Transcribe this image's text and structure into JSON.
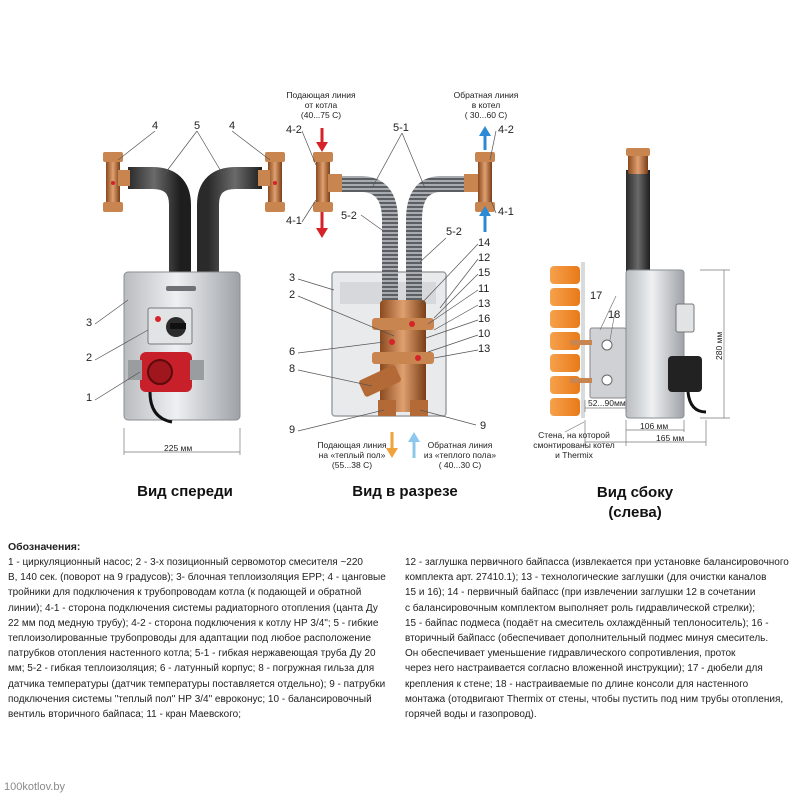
{
  "front_view": {
    "title": "Вид спереди",
    "labels": {
      "l4a": "4",
      "l5": "5",
      "l4b": "4",
      "l3": "3",
      "l2": "2",
      "l1": "1"
    },
    "dimension": "225 мм"
  },
  "section_view": {
    "title": "Вид в разрезе",
    "supply_boiler": [
      "Подающая линия",
      "от котла",
      "(40...75 С)"
    ],
    "return_boiler": [
      "Обратная линия",
      "в котел",
      "( 30...60 С)"
    ],
    "supply_floor": [
      "Подающая линия",
      "на «теплый пол»",
      "(55...38 С)"
    ],
    "return_floor": [
      "Обратная линия",
      "из «теплого пола»",
      "( 40...30 С)"
    ],
    "labels": {
      "l4_2_left": "4-2",
      "l4_1_left": "4-1",
      "l5_1": "5-1",
      "l5_2_left": "5-2",
      "l4_2_right": "4-2",
      "l4_1_right": "4-1",
      "l5_2_right": "5-2",
      "l14": "14",
      "l12": "12",
      "l15": "15",
      "l11": "11",
      "l13a": "13",
      "l16": "16",
      "l10": "10",
      "l13b": "13",
      "l9_right": "9",
      "l3": "3",
      "l2": "2",
      "l6": "6",
      "l8": "8",
      "l9_left": "9"
    }
  },
  "side_view": {
    "title_line1": "Вид сбоку",
    "title_line2": "(слева)",
    "labels": {
      "l17": "17",
      "l18": "18"
    },
    "dim_gap": "52...90мм",
    "dim_106": "106 мм",
    "dim_165": "165 мм",
    "dim_280": "280 мм",
    "wall_caption": [
      "Стена, на которой",
      "смонтированы котел",
      "и Thermix"
    ]
  },
  "legend": {
    "title": "Обозначения:",
    "left_lines": [
      " 1 - циркуляционный насос; 2 - 3-х позиционный сервомотор смесителя ~220",
      "В, 140 сек. (поворот на 9 градусов); 3- блочная теплоизоляция EPP; 4 - цанговые",
      "тройники для подключения к трубопроводам котла (к подающей и обратной",
      "линии); 4-1 - сторона подключения системы радиаторного отопления (цанта Ду",
      "22 мм под медную трубу); 4-2 - сторона подключения к котлу НР 3/4\"; 5 - гибкие",
      "теплоизолированные трубопроводы для адаптации под любое расположение",
      "патрубков отопления настенного котла; 5-1 - гибкая нержавеющая труба Ду 20",
      "мм; 5-2 - гибкая теплоизоляция; 6 - латунный корпус; 8 - погружная гильза для",
      "датчика температуры (датчик температуры поставляется отдельно); 9 - патрубки",
      "подключения системы \"теплый пол\" НР 3/4\" евроконус; 10 - балансировочный",
      "вентиль вторичного байпаса; 11 - кран Маевского;"
    ],
    "right_lines": [
      "12 - заглушка первичного байпасса (извлекается при установке балансировочного",
      "комплекта арт. 27410.1); 13 - технологические заглушки (для очистки каналов",
      "15 и 16); 14 - первичный байпасс (при извлечении заглушки 12 в сочетании",
      "с балансировочным комплектом выполняет роль гидравлической стрелки);",
      "15 - байпас подмеса (подаёт на смеситель охлаждённый теплоноситель); 16 -",
      "вторичный байпасс (обеспечивает дополнительный подмес минуя смеситель.",
      "Он обеспечивает уменьшение гидравлического сопротивления, проток",
      "через него настраивается согласно вложенной инструкции); 17 - дюбели для",
      "крепления к стене; 18 - настраиваемые по длине консоли для настенного",
      "монтажа (отодвигают Thermix от стены, чтобы пустить под ним трубы отопления,",
      "горячей воды и газопровод)."
    ]
  },
  "watermark": "100kotlov.by",
  "colors": {
    "red_arrow": "#d6232a",
    "blue_arrow": "#2a8ad6",
    "orange_arrow": "#f2a23a",
    "lightblue_arrow": "#8cc8ee",
    "brick": "#f08a2a",
    "pump_red": "#c8202a"
  }
}
